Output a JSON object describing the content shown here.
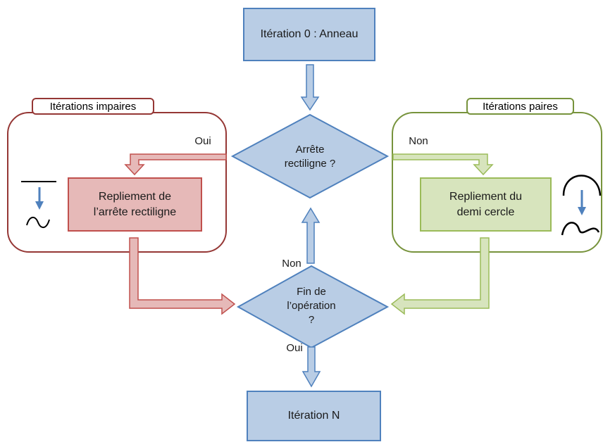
{
  "nodes": {
    "start": "Itération 0 : Anneau",
    "decision_edge": "Arrête\nrectiligne ?",
    "fold_edge": "Repliement de\nl’arrête rectiligne",
    "fold_half_circle": "Repliement du\ndemi cercle",
    "decision_end": "Fin de\nl’opération\n?",
    "end": "Itération N"
  },
  "groups": {
    "odd": "Itérations impaires",
    "even": "Itérations paires"
  },
  "edge_labels": {
    "yes_left": "Oui",
    "no_right": "Non",
    "no_loop": "Non",
    "yes_down": "Oui"
  },
  "colors": {
    "blue_fill": "#b9cde5",
    "blue_stroke": "#4f81bd",
    "red_fill": "#e6b9b8",
    "red_stroke": "#c0504d",
    "red_frame": "#953735",
    "green_fill": "#d7e4bd",
    "green_stroke": "#9bbb59",
    "green_frame": "#77933c"
  }
}
